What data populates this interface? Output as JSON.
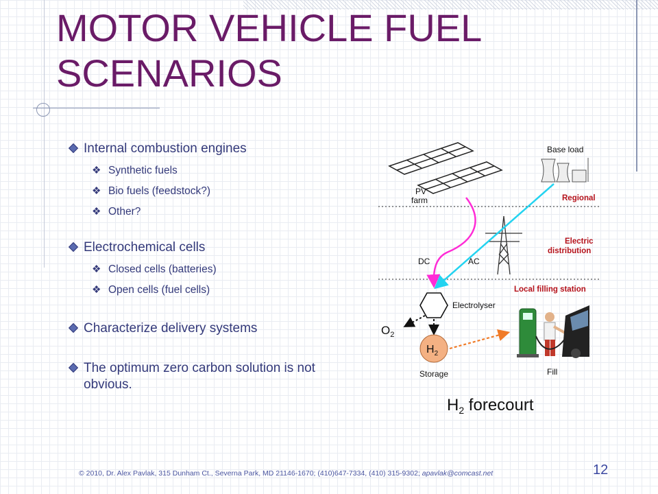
{
  "title": "MOTOR VEHICLE FUEL SCENARIOS",
  "bullets": [
    {
      "text": "Internal combustion engines",
      "sub": [
        "Synthetic fuels",
        "Bio fuels (feedstock?)",
        "Other?"
      ]
    },
    {
      "text": "Electrochemical cells",
      "sub": [
        "Closed cells (batteries)",
        "Open cells (fuel cells)"
      ]
    },
    {
      "text": "Characterize delivery systems"
    },
    {
      "text": "The optimum zero carbon solution is not obvious."
    }
  ],
  "diagram": {
    "base_load": "Base load",
    "pv_farm_1": "PV",
    "pv_farm_2": "farm",
    "regional": "Regional",
    "electric_distribution_1": "Electric",
    "electric_distribution_2": "distribution",
    "dc": "DC",
    "ac": "AC",
    "local_filling_station": "Local filling station",
    "electrolyser": "Electrolyser",
    "o2": "O",
    "o2_sub": "2",
    "h2": "H",
    "h2_sub": "2",
    "storage": "Storage",
    "fill": "Fill",
    "caption_h": "H",
    "caption_sub": "2",
    "caption_rest": " forecourt",
    "colors": {
      "pv_line": "#ff2bd6",
      "grid_line": "#23d3f0",
      "regional": "#b5121b",
      "h2_fill": "#f4b183",
      "pump": "#2e8b3a",
      "dashed_orange": "#f07b28"
    }
  },
  "footer": {
    "text": "© 2010, Dr. Alex Pavlak, 315 Dunham Ct., Severna Park, MD 21146-1670; (410)647-7334, (410) 315-9302; ",
    "email": "apavlak@comcast.net"
  },
  "page_number": "12"
}
